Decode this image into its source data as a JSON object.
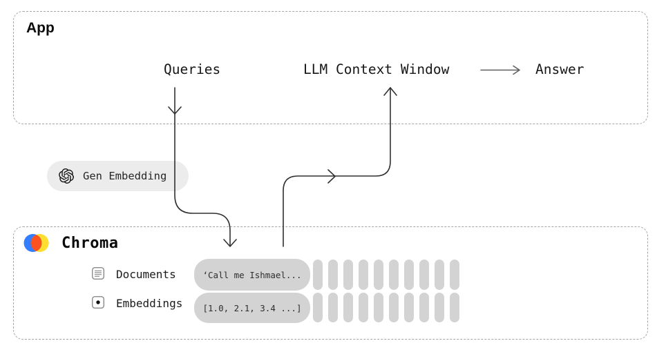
{
  "app_box": {
    "label": "App",
    "queries_label": "Queries",
    "llm_context_label": "LLM Context Window",
    "answer_label": "Answer"
  },
  "gen_embedding_chip": {
    "icon": "openai-logo-icon",
    "label": "Gen Embedding"
  },
  "chroma_box": {
    "label": "Chroma",
    "logo": "chroma-logo-icon",
    "rows": [
      {
        "icon": "document-icon",
        "label": "Documents",
        "value": "‘Call me Ishmael..."
      },
      {
        "icon": "embeddings-icon",
        "label": "Embeddings",
        "value": "[1.0, 2.1, 3.4 ...]"
      }
    ],
    "embedding_bar_columns": 10
  },
  "flows": [
    "queries-to-chroma",
    "chroma-to-llm-context-window",
    "llm-context-window-to-answer"
  ],
  "colors": {
    "chroma_blue": "#327EFF",
    "chroma_yellow": "#FFDE2D",
    "chroma_red": "#FC521F",
    "pill_gray": "#d3d3d3",
    "chip_gray": "#ececec",
    "arrow_dark": "#2f2f2f",
    "arrow_gray": "#5c5c5c",
    "border_dash": "#a4a4a4"
  }
}
